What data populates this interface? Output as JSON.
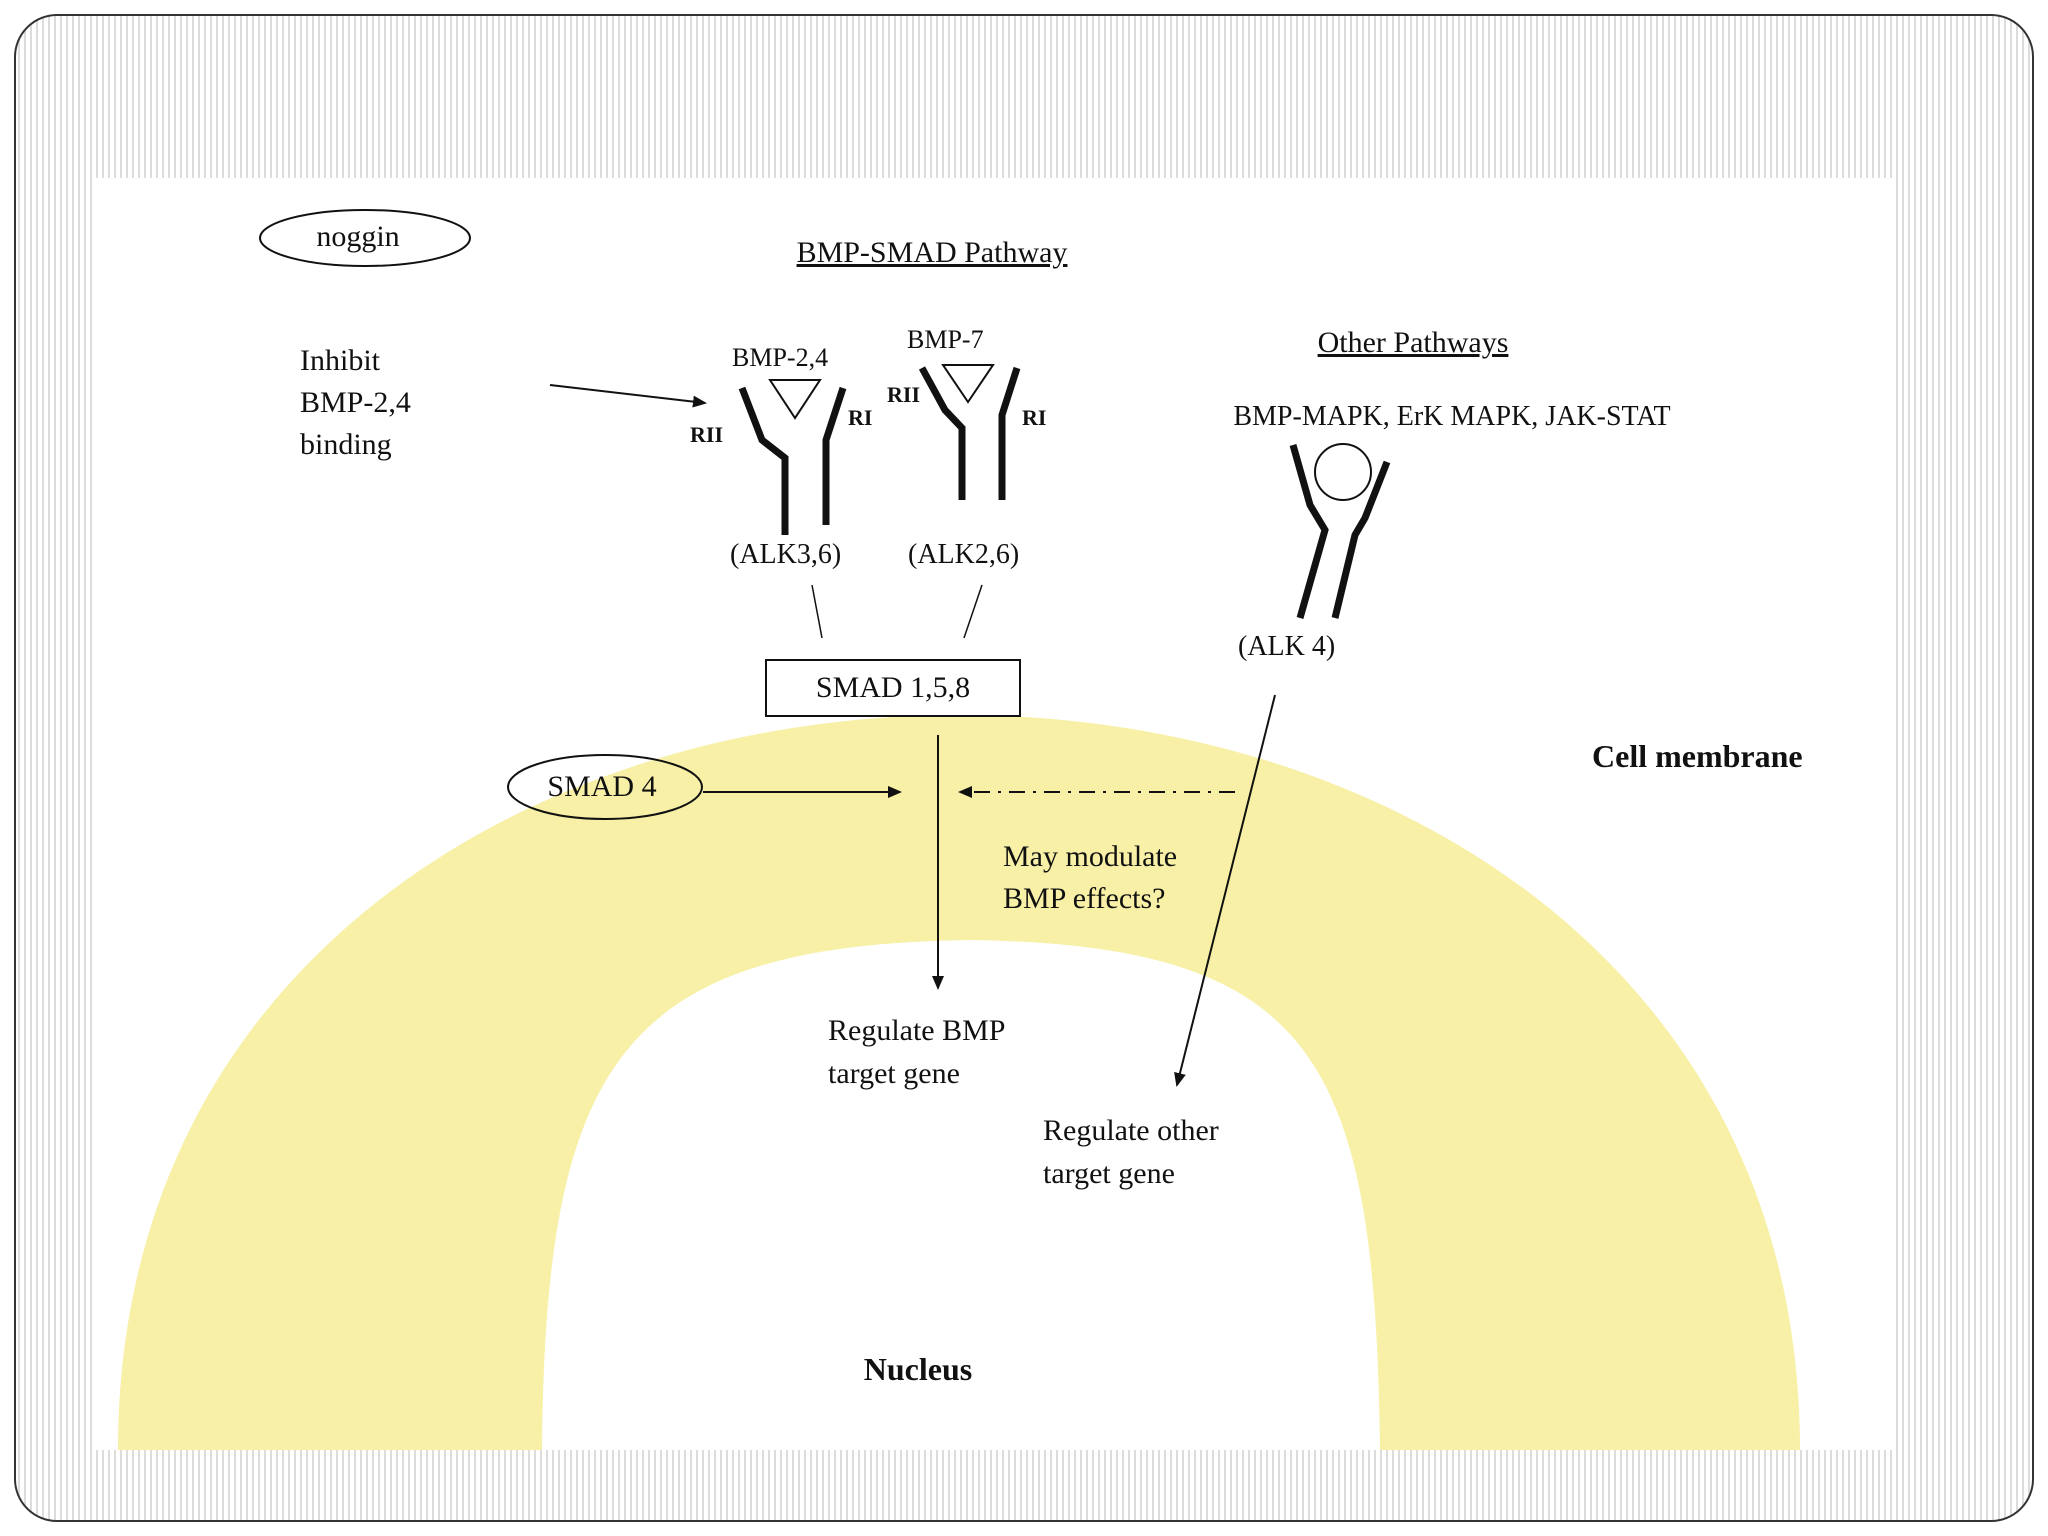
{
  "diagram": {
    "noggin_label": "noggin",
    "inhibit_text": [
      "Inhibit",
      "BMP-2,4",
      "binding"
    ],
    "bmp_smad_title": "BMP-SMAD Pathway",
    "other_pathways_title": "Other Pathways",
    "other_pathways_list": "BMP-MAPK, ErK MAPK, JAK-STAT",
    "ligand_left": "BMP-2,4",
    "ligand_middle": "BMP-7",
    "receptor_left_rii": "RII",
    "receptor_left_ri": "RI",
    "receptor_middle_rii": "RII",
    "receptor_middle_ri": "RI",
    "alk_left": "(ALK3,6)",
    "alk_middle": "(ALK2,6)",
    "alk_right": "(ALK 4)",
    "smad_box": "SMAD 1,5,8",
    "smad4": "SMAD 4",
    "modulate_text": [
      "May modulate",
      "BMP effects?"
    ],
    "cell_membrane": "Cell membrane",
    "regulate_bmp": [
      "Regulate BMP",
      "target gene"
    ],
    "regulate_other": [
      "Regulate other",
      "target gene"
    ],
    "nucleus": "Nucleus"
  },
  "colors": {
    "cytoplasm_fill": "#f7f0a6",
    "frame_stripe": "#dcdcdc",
    "ink": "#111111"
  }
}
